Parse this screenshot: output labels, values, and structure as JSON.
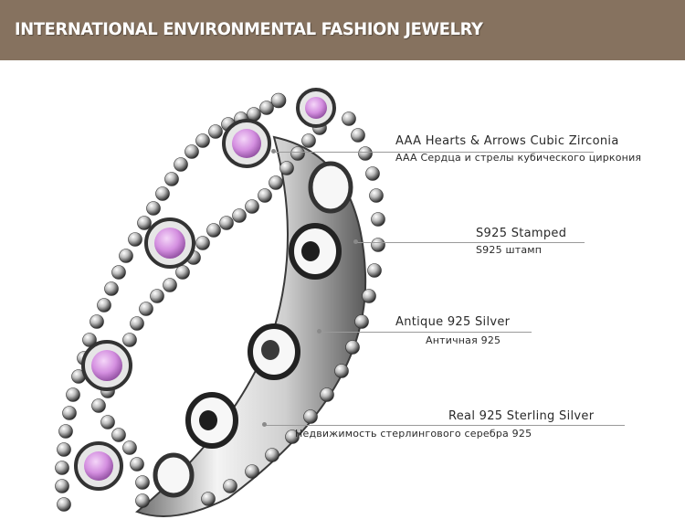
{
  "header": {
    "title": "INTERNATIONAL ENVIRONMENTAL FASHION JEWELRY",
    "background": "#86725f"
  },
  "product": {
    "stone_color": "#d48fe0",
    "metal_color": "#c9c9c9"
  },
  "callouts": [
    {
      "en": "AAA Hearts & Arrows Cubic Zirconia",
      "ru": "AAA Сердца и стрелы кубического циркония"
    },
    {
      "en": "S925 Stamped",
      "ru": "S925 штамп"
    },
    {
      "en": "Antique 925 Silver",
      "ru": "Античная 925"
    },
    {
      "en": "Real 925 Sterling Silver",
      "ru": "Недвижимость стерлингового серебра 925"
    }
  ]
}
